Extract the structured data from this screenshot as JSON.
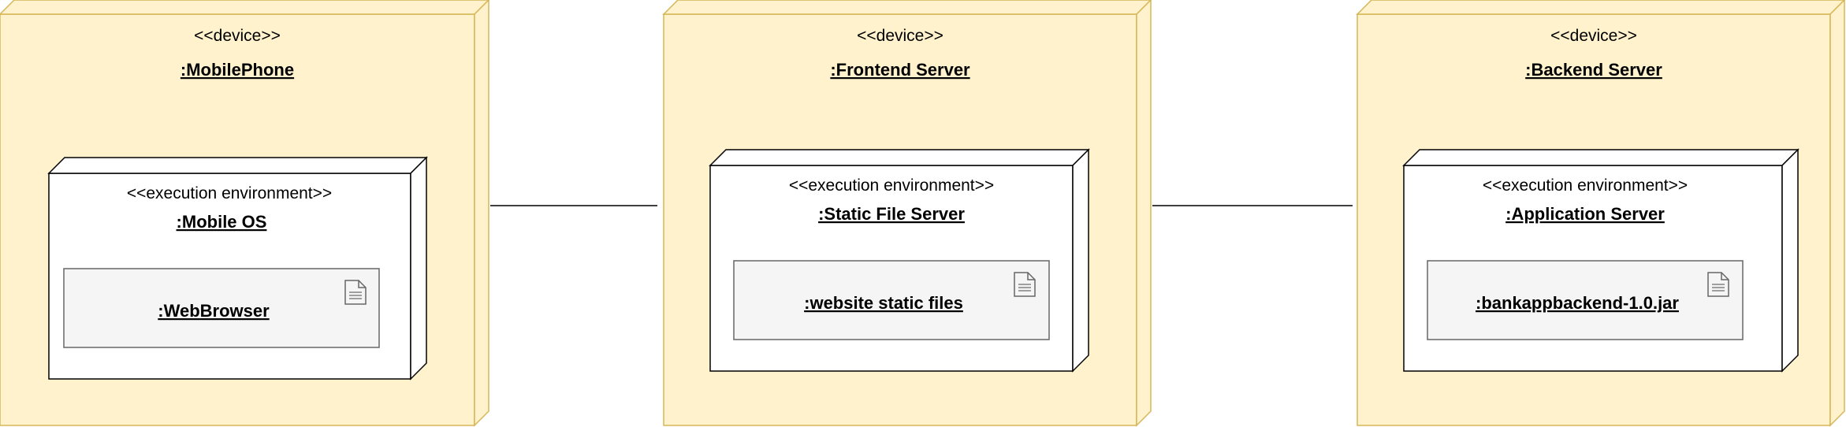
{
  "colors": {
    "device_fill": "#fff2cc",
    "device_stroke": "#d6b656",
    "env_fill": "#ffffff",
    "env_stroke": "#000000",
    "artifact_fill": "#f5f5f5",
    "artifact_stroke": "#666666",
    "connector": "#000000"
  },
  "nodes": [
    {
      "device_stereotype": "<<device>>",
      "device_name": ":MobilePhone",
      "env_stereotype": "<<execution environment>>",
      "env_name": ":Mobile OS",
      "artifact_name": ":WebBrowser",
      "artifact_icon": "document-icon"
    },
    {
      "device_stereotype": "<<device>>",
      "device_name": ":Frontend Server",
      "env_stereotype": "<<execution environment>>",
      "env_name": ":Static File Server",
      "artifact_name": ":website static files",
      "artifact_icon": "document-icon"
    },
    {
      "device_stereotype": "<<device>>",
      "device_name": ":Backend Server",
      "env_stereotype": "<<execution environment>>",
      "env_name": ":Application Server",
      "artifact_name": ":bankappbackend-1.0.jar",
      "artifact_icon": "document-icon"
    }
  ],
  "connectors": [
    {
      "from": ":MobilePhone",
      "to": ":Frontend Server"
    },
    {
      "from": ":Frontend Server",
      "to": ":Backend Server"
    }
  ]
}
